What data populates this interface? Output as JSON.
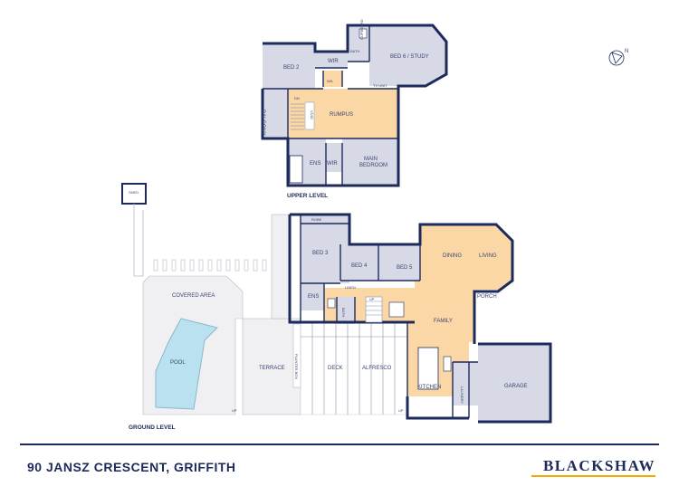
{
  "upper_level": {
    "title": "UPPER LEVEL",
    "rooms": {
      "bed2": "BED 2",
      "wir_top": "WIR",
      "bath": "BATH",
      "cupboard": "CUPBOARD",
      "bed6": "BED 6 / STUDY",
      "wil": "WIL",
      "tv_unit": "TV UNIT",
      "balcony": "BALCONY",
      "void": "VOID",
      "rumpus": "RUMPUS",
      "ens": "ENS",
      "wir": "WIR",
      "main_bedroom_1": "MAIN",
      "main_bedroom_2": "BEDROOM",
      "dn": "DN"
    }
  },
  "ground_level": {
    "title": "GROUND LEVEL",
    "rooms": {
      "shed": "SHED",
      "robe": "ROBE",
      "bed3": "BED 3",
      "bed4": "BED 4",
      "bed5": "BED 5",
      "dining": "DINING",
      "living": "LIVING",
      "linen": "LINEN",
      "porch": "PORCH",
      "ens": "ENS",
      "up": "UP",
      "bath": "BATH",
      "family": "FAMILY",
      "covered_area": "COVERED AREA",
      "pool": "POOL",
      "terrace": "TERRACE",
      "deck": "DECK",
      "alfresco": "ALFRESCO",
      "kitchen": "KITCHEN",
      "laundry": "LAUNDRY",
      "garage": "GARAGE",
      "up_terrace": "UP",
      "up_garden": "UP",
      "planter_box": "PLANTER BOX"
    }
  },
  "compass": {
    "north": "N"
  },
  "footer": {
    "address": "90 JANSZ CRESCENT, GRIFFITH",
    "brand": "BLACKSHAW"
  }
}
